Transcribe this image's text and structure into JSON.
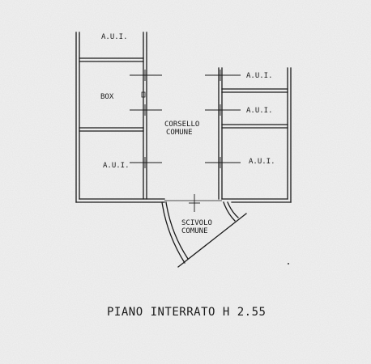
{
  "rooms": {
    "aui_top_left": "A.U.I.",
    "box": "BOX",
    "aui_mid_left": "A.U.I.",
    "aui_right_1": "A.U.I.",
    "aui_right_2": "A.U.I.",
    "aui_right_3": "A.U.I."
  },
  "corsello": {
    "line1": "CORSELLO",
    "line2": "COMUNE"
  },
  "scivolo": {
    "line1": "SCIVOLO",
    "line2": "COMUNE"
  },
  "caption": "PIANO INTERRATO H 2.55",
  "colors": {
    "background": "#f2f2f2",
    "ink": "#1a1a1a"
  }
}
